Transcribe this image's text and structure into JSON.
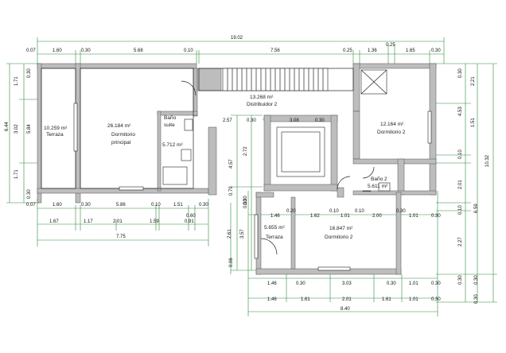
{
  "rooms": {
    "terraza_left": {
      "area": "10.259 m²",
      "name": "Terraza"
    },
    "dormitorio_principal": {
      "area": "26.184 m²",
      "name_line1": "Dormitorio",
      "name_line2": "principal"
    },
    "bano_suite": {
      "line1": "Baño",
      "line2": "suite",
      "area": "5.712 m²"
    },
    "distribuidor": {
      "area": "13.268 m²",
      "name": "Distribuidor 2"
    },
    "dormitorio_2_right": {
      "area": "12.164 m²",
      "name": "Dormitorio 2"
    },
    "bano_2": {
      "name": "Baño 2",
      "area": "5.611 m²"
    },
    "terraza_bottom": {
      "area": "5.655 m²",
      "name": "Terraza"
    },
    "dormitorio_2_bottom": {
      "area": "16.847 m²",
      "name": "Dormitorio 2"
    }
  },
  "dims": {
    "top_total": "19.02",
    "top_row": [
      "0.07",
      "1.60",
      "0.30",
      "5.68",
      "0.10",
      "7.56",
      "0.25",
      "1.36",
      "0.25",
      "1.65",
      "0.30"
    ],
    "left_total": "6.44",
    "left_col": [
      "1.71",
      "3.02",
      "1.71"
    ],
    "left_col_inner": [
      "0.30",
      "5.84",
      "0.30"
    ],
    "mid_row_a": [
      "0.07",
      "1.60",
      "0.30",
      "5.86",
      "0.10",
      "1.51",
      "0.30"
    ],
    "mid_row_b": [
      "1.67",
      "1.17",
      "2.01",
      "1.59",
      "0.91"
    ],
    "mid_row_b_small": "0.60",
    "mid_total": "7.75",
    "right_outer_total": "10.32",
    "right_col_a": [
      "2.21",
      "1.51",
      "0.10",
      "2.01",
      "0.10",
      "2.27",
      "0.30"
    ],
    "right_col_b": [
      "0.30",
      "4.53"
    ],
    "right_col_c": [
      "6.59",
      "0.30",
      "0.30"
    ],
    "stair_top": [
      "3.08",
      "0.30"
    ],
    "stair_left": "2.57",
    "core_v": [
      "2.72",
      "4.57",
      "0.79"
    ],
    "core_mid": [
      "0.30",
      "0.30"
    ],
    "lower_row": [
      "1.46",
      "0.20",
      "1.62",
      "0.10",
      "1.01",
      "0.10",
      "2.00",
      "0.30",
      "1.01",
      "0.30"
    ],
    "lower_left_v": [
      "0.30",
      "3.57",
      "2.61",
      "0.06"
    ],
    "bottom_row_a": [
      "1.46",
      "0.30",
      "3.03",
      "0.30",
      "1.01",
      "0.30"
    ],
    "bottom_row_b": [
      "1.46",
      "1.61",
      "2.01",
      "1.61",
      "1.01",
      "0.30"
    ],
    "bottom_total": "8.40"
  }
}
